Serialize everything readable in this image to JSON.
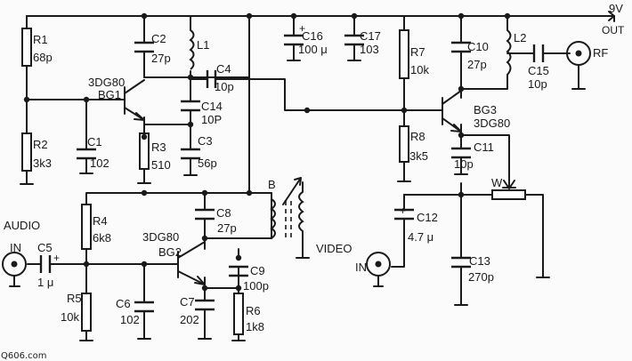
{
  "supply": {
    "voltage": "9V",
    "out": "OUT"
  },
  "components": {
    "R1": "R1",
    "R1_val": "68p",
    "R2": "R2",
    "R2_val": "3k3",
    "C1": "C1",
    "C1_val": "102",
    "C2": "C2",
    "C2_val": "27p",
    "L1": "L1",
    "C4": "C4",
    "C4_val": "10p",
    "C14": "C14",
    "C14_val": "10P",
    "R3": "R3",
    "R3_val": "510",
    "C3": "C3",
    "C3_val": "56p",
    "C16": "C16",
    "C16_val": "100 μ",
    "C17": "C17",
    "C17_val": "103",
    "R7": "R7",
    "R7_val": "10k",
    "R8": "R8",
    "R8_val": "3k5",
    "C10": "C10",
    "C10_val": "27p",
    "L2": "L2",
    "C15": "C15",
    "C15_val": "10p",
    "C11": "C11",
    "C11_val": "10p",
    "R4": "R4",
    "R4_val": "6k8",
    "R5": "R5",
    "R5_val": "10k",
    "C5": "C5",
    "C5_val": "1 μ",
    "C6": "C6",
    "C6_val": "102",
    "C7": "C7",
    "C7_val": "202",
    "C8": "C8",
    "C8_val": "27p",
    "C9": "C9",
    "C9_val": "100p",
    "R6": "R6",
    "R6_val": "1k8",
    "C12": "C12",
    "C12_val": "4.7 μ",
    "C13": "C13",
    "C13_val": "270p",
    "W": "W",
    "B": "B"
  },
  "transistors": {
    "BG1_type": "3DG80",
    "BG1": "BG1",
    "BG2_type": "3DG80",
    "BG2": "BG2",
    "BG3": "BG3",
    "BG3_type": "3DG80"
  },
  "ports": {
    "audio": "AUDIO",
    "audio_in": "IN",
    "video": "VIDEO",
    "video_in": "IN",
    "rf": "RF"
  },
  "watermark": "Q606.com"
}
